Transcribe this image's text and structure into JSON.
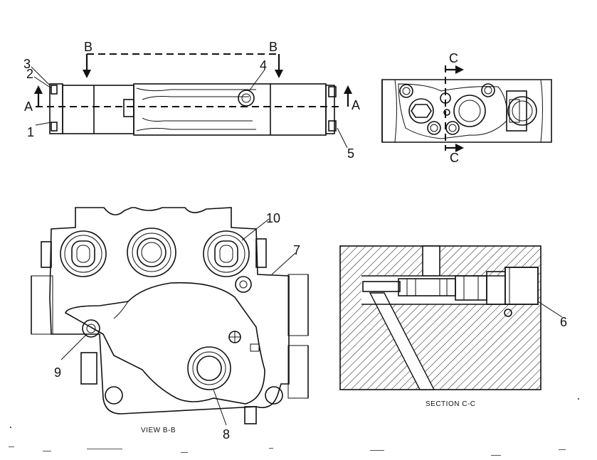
{
  "callouts": {
    "c1": "1",
    "c2": "2",
    "c3": "3",
    "c4": "4",
    "c5": "5",
    "c6": "6",
    "c7": "7",
    "c8": "8",
    "c9": "9",
    "c10": "10"
  },
  "section_marks": {
    "a_left": "A",
    "a_right": "A",
    "b_left": "B",
    "b_right": "B",
    "c_top": "C",
    "c_bottom": "C"
  },
  "captions": {
    "view_bb": "VIEW B-B",
    "section_cc": "SECTION C-C"
  }
}
